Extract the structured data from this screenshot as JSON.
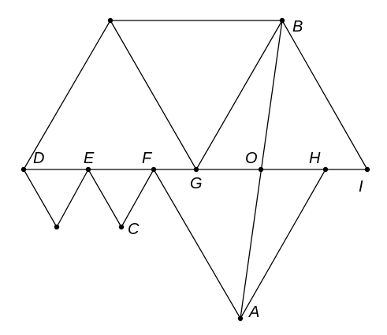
{
  "labels": {
    "A": "A",
    "B": "B",
    "C": "C",
    "D": "D",
    "E": "E",
    "F": "F",
    "G": "G",
    "H": "H",
    "I": "I",
    "O": "O"
  },
  "colors": {
    "stroke": "#000000",
    "background": "#ffffff"
  }
}
